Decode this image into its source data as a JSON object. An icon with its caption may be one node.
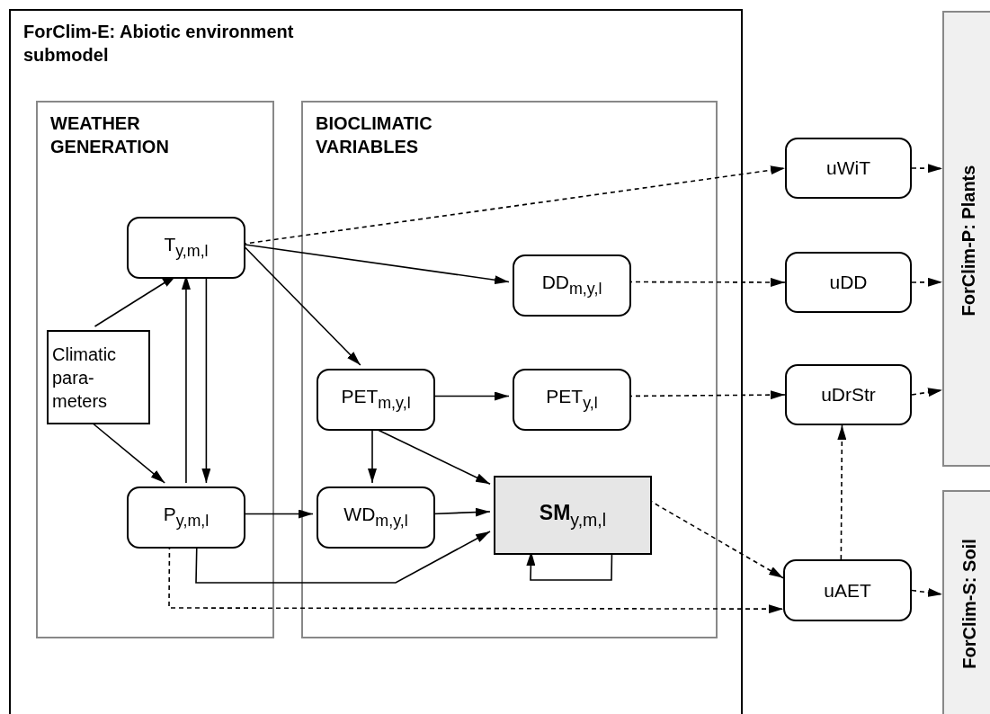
{
  "diagram": {
    "nodes": [
      {
        "text": [
          "ForClim-E: Abiotic environment submodel"
        ]
      },
      {
        "text": [
          "WEATHER GENERATION"
        ],
        "in": 0
      },
      {
        "text": [
          "BIOCLIMATIC VARIABLES"
        ],
        "in": 0
      },
      {
        "text": [
          "T$_{y,m,l}$"
        ],
        "in": 1
      },
      {
        "text": [
          "Climatic para- meters"
        ],
        "in": 1
      },
      {
        "text": [
          "P$_{y,m,l}$"
        ],
        "in": 1
      },
      {
        "text": [
          "PET$_{m,y,l}$"
        ],
        "in": 2
      },
      {
        "text": [
          "DD$_{m,y,l}$"
        ],
        "in": 2
      },
      {
        "text": [
          "PET$_{y,l}$"
        ],
        "in": 2
      },
      {
        "text": [
          "WD$_{m,y,l}$"
        ],
        "in": 2
      },
      {
        "text": [
          "**SM**$_{y,m,l}$"
        ],
        "in": 2
      },
      {
        "text": [
          "uWiT"
        ]
      },
      {
        "text": [
          "uDD"
        ]
      },
      {
        "text": [
          "uDrStr"
        ]
      },
      {
        "text": [
          "uAET"
        ]
      },
      {
        "text": [
          "ForClim-P: Plants"
        ]
      },
      {
        "text": [
          "ForClim-S: Soil"
        ]
      }
    ],
    "edges": [
      {
        "from": 3,
        "to": 11,
        "arrow": "to",
        "style": "dashed"
      },
      {
        "from": 3,
        "to": 7,
        "arrow": "to"
      },
      {
        "from": 3,
        "to": 6,
        "arrow": "to"
      },
      {
        "from": 4,
        "to": 3,
        "arrow": "to"
      },
      {
        "from": 4,
        "to": 5,
        "arrow": "to"
      },
      {
        "from": 5,
        "to": 3,
        "arrow": "to"
      },
      {
        "from": 3,
        "to": 5,
        "arrow": "to"
      },
      {
        "from": 6,
        "to": 8,
        "arrow": "to"
      },
      {
        "from": 6,
        "to": 9,
        "arrow": "to"
      },
      {
        "from": 6,
        "to": 10,
        "arrow": "to"
      },
      {
        "from": 5,
        "to": 9,
        "arrow": "to"
      },
      {
        "from": 9,
        "to": 10,
        "arrow": "to"
      },
      {
        "from": 5,
        "to": 10,
        "arrow": "to"
      },
      {
        "from": 10,
        "to": 10,
        "arrow": "to"
      },
      {
        "from": 10,
        "to": 14,
        "arrow": "to",
        "style": "dashed"
      },
      {
        "from": 5,
        "to": 14,
        "arrow": "to",
        "style": "dashed"
      },
      {
        "from": 7,
        "to": 12,
        "arrow": "to",
        "style": "dashed"
      },
      {
        "from": 8,
        "to": 13,
        "arrow": "to",
        "style": "dashed"
      },
      {
        "from": 14,
        "to": 13,
        "arrow": "to",
        "style": "dashed"
      },
      {
        "from": 11,
        "to": 15,
        "arrow": "to",
        "style": "dashed"
      },
      {
        "from": 12,
        "to": 15,
        "arrow": "to",
        "style": "dashed"
      },
      {
        "from": 13,
        "to": 15,
        "arrow": "to",
        "style": "dashed"
      },
      {
        "from": 14,
        "to": 16,
        "arrow": "to",
        "style": "dashed"
      }
    ]
  }
}
